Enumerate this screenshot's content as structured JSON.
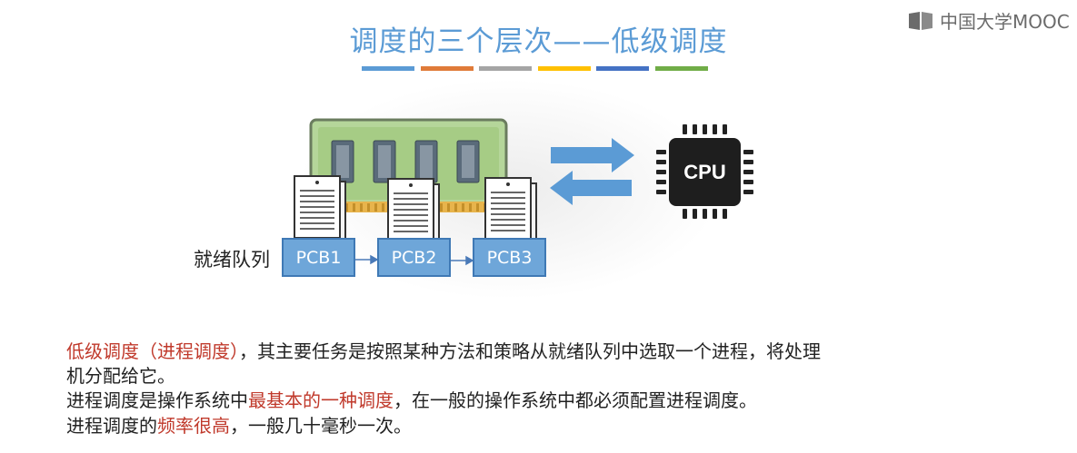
{
  "watermark": {
    "text": "中国大学MOOC",
    "icon": "mooc-logo-icon"
  },
  "title": "调度的三个层次——低级调度",
  "title_colors": [
    "#5b9bd5",
    "#e07b39",
    "#a5a5a5",
    "#ffc000",
    "#4472c4",
    "#70ad47"
  ],
  "diagram": {
    "cpu_label": "CPU",
    "queue_label": "就绪队列",
    "pcbs": [
      "PCB1",
      "PCB2",
      "PCB3"
    ]
  },
  "description": {
    "line1_red": "低级调度（进程调度）",
    "line1_rest": "，其主要任务是按照某种方法和策略从就绪队列中选取一个进程，将处理",
    "line2": "机分配给它。",
    "line3_a": "进程调度是操作系统中",
    "line3_red": "最基本的一种调度",
    "line3_b": "，在一般的操作系统中都必须配置进程调度。",
    "line4_a": "进程调度的",
    "line4_red": "频率很高",
    "line4_b": "，一般几十毫秒一次。"
  }
}
